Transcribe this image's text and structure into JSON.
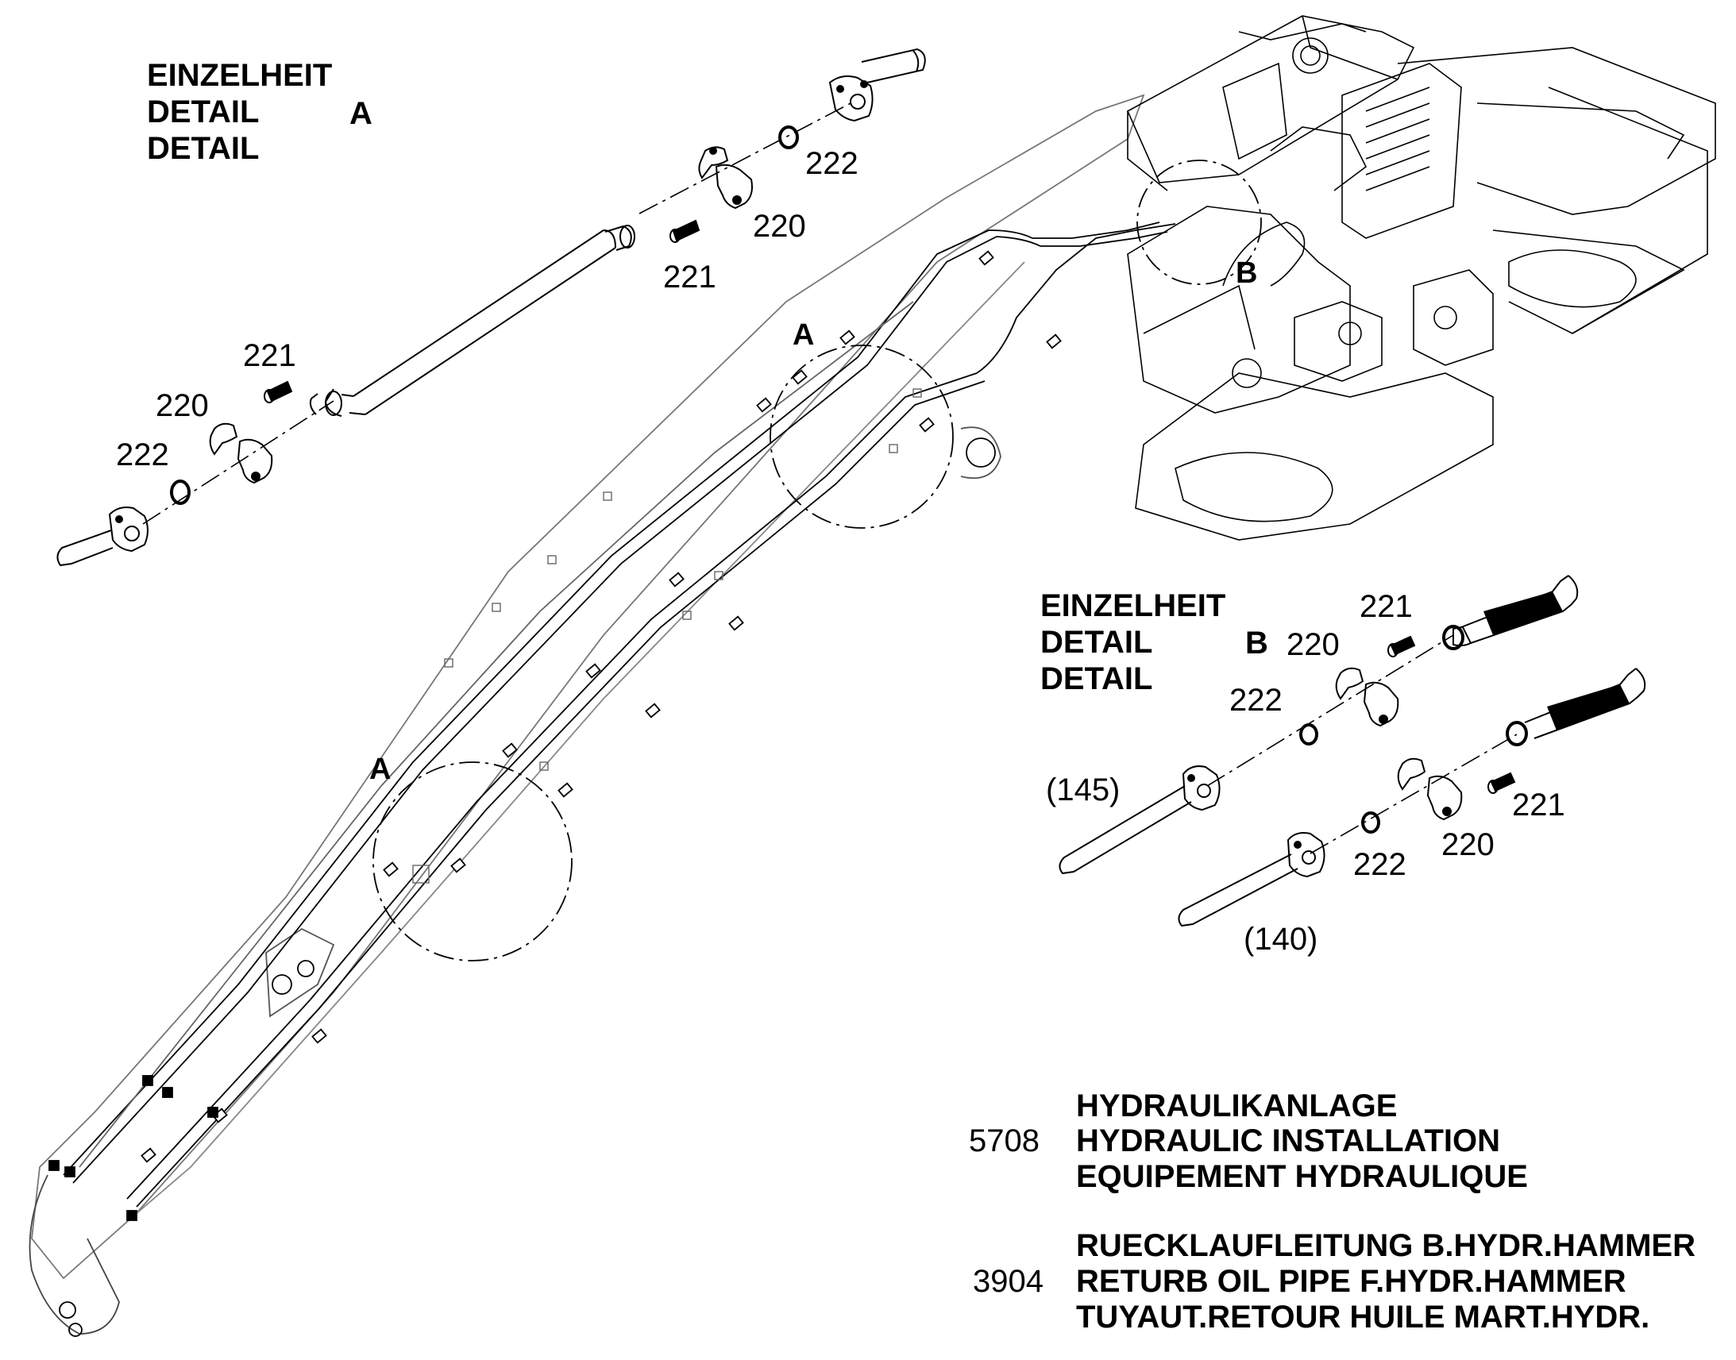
{
  "detail_a": {
    "heading": [
      "EINZELHEIT",
      "DETAIL",
      "DETAIL"
    ],
    "letter": "A",
    "callouts": {
      "upper_222": "222",
      "upper_220": "220",
      "upper_221": "221",
      "lower_221": "221",
      "lower_220": "220",
      "lower_222": "222"
    }
  },
  "detail_b": {
    "heading": [
      "EINZELHEIT",
      "DETAIL",
      "DETAIL"
    ],
    "letter": "B",
    "callouts": {
      "upper_221": "221",
      "upper_220": "220",
      "upper_222": "222",
      "ref_145": "(145)",
      "lower_221": "221",
      "lower_222": "222",
      "lower_220": "220",
      "ref_140": "(140)"
    }
  },
  "boom_markers": {
    "a_upper": "A",
    "a_lower": "A",
    "b": "B"
  },
  "title_block": {
    "group_code": "5708",
    "group_lines": [
      "HYDRAULIKANLAGE",
      "HYDRAULIC INSTALLATION",
      "EQUIPEMENT HYDRAULIQUE"
    ],
    "part_code": "3904",
    "part_lines": [
      "RUECKLAUFLEITUNG B.HYDR.HAMMER",
      "RETURB OIL PIPE F.HYDR.HAMMER",
      "TUYAUT.RETOUR HUILE MART.HYDR."
    ]
  }
}
